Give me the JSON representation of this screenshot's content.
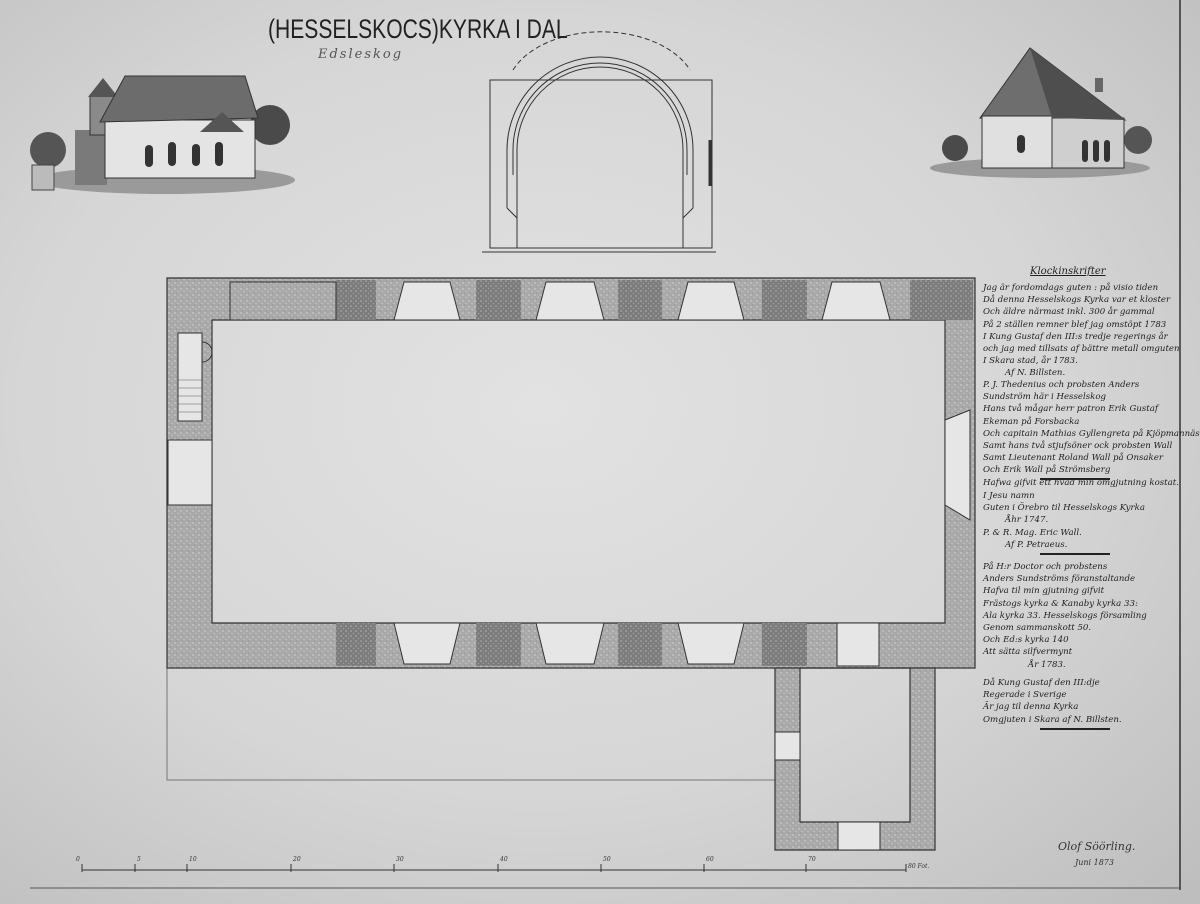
{
  "drawing": {
    "title": "(HESSELSKOCS)KYRKA I DAL",
    "subtitle": "Edsleskog",
    "signature": "Olof Söörling.",
    "signature_date": "Juni 1873"
  },
  "inscriptions": {
    "heading": "Klockinskrifter",
    "blocks": [
      {
        "lines": [
          "Jag är fordomdags guten : på visio tiden",
          "Då denna Hesselskogs Kyrka var et kloster",
          "Och äldre närmast inkl. 300 år gammal",
          "På 2 ställen remner blef jag omstöpt 1783",
          "I Kung Gustaf den III:s tredje regerings år",
          "och jag med tillsats af bättre metall omguten",
          "I Skara stad, år 1783.",
          "Af N. Billsten."
        ]
      },
      {
        "lines": [
          "P. J. Thedenius och probsten Anders",
          "Sundström här i Hesselskog",
          "Hans två mågar herr patron Erik Gustaf",
          "Ekeman på Forsbacka",
          "Och capitain Mathias Gyllengreta på Kjöpmannäs",
          "Samt hans två stjufsöner ock probsten Wall",
          "Samt Lieutenant Roland Wall på Onsaker",
          "Och Erik Wall på Strömsberg",
          "Hafwa gifvit ett hvad min omgjutning kostat."
        ]
      },
      {
        "lines": [
          "I Jesu namn",
          "Guten i Örebro til Hesselskogs Kyrka",
          "Åhr 1747.",
          "P. & R. Mag. Eric Wall.",
          "Af P. Petraeus."
        ]
      },
      {
        "lines": [
          "På H:r Doctor och probstens",
          "Anders Sundströms föranstaltande",
          "Hafva til min gjutning gifvit",
          "Frästogs kyrka & Kanaby kyrka 33:",
          "Ala kyrka 33. Hesselskogs församling",
          "Genom sammanskott 50.",
          "Och Ed:s kyrka 140",
          "Att sätta silfvermynt",
          "År 1783."
        ]
      },
      {
        "lines": [
          "Då Kung Gustaf den III:dje",
          "Regerade i Sverige",
          "Är jag til denna Kyrka",
          "Omgjuten i Skara af N. Billsten."
        ]
      }
    ]
  },
  "scale_bar": {
    "labels": [
      "0",
      "5",
      "10",
      "20",
      "30",
      "40",
      "50",
      "60",
      "70",
      "80 Fot."
    ]
  }
}
